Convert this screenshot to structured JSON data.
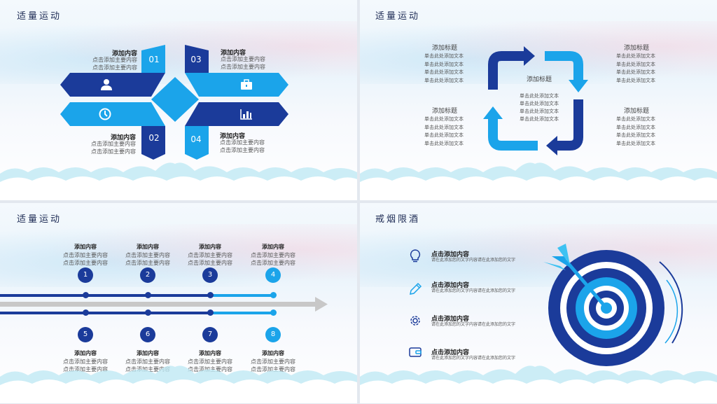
{
  "colors": {
    "dark": "#1b3b9a",
    "light": "#1ba4ea",
    "arrow_gray": "#c8c8c8"
  },
  "panel1": {
    "title": "适量运动",
    "items": [
      {
        "num": "01",
        "heading": "添加内容",
        "line1": "点击添加主要内容",
        "line2": "点击添加主要内容",
        "icon": "user-icon"
      },
      {
        "num": "03",
        "heading": "添加内容",
        "line1": "点击添加主要内容",
        "line2": "点击添加主要内容",
        "icon": "briefcase-icon"
      },
      {
        "num": "02",
        "heading": "添加内容",
        "line1": "点击添加主要内容",
        "line2": "点击添加主要内容",
        "icon": "clock-icon"
      },
      {
        "num": "04",
        "heading": "添加内容",
        "line1": "点击添加主要内容",
        "line2": "点击添加主要内容",
        "icon": "bar-chart-icon"
      }
    ]
  },
  "panel2": {
    "title": "适量运动",
    "center": {
      "heading": "添加标题",
      "lines": [
        "单击此处添加文本",
        "单击此处添加文本",
        "单击此处添加文本",
        "单击此处添加文本"
      ]
    },
    "blocks": [
      {
        "heading": "添加标题",
        "lines": [
          "单击此处添加文本",
          "单击此处添加文本",
          "单击此处添加文本",
          "单击此处添加文本"
        ]
      },
      {
        "heading": "添加标题",
        "lines": [
          "单击此处添加文本",
          "单击此处添加文本",
          "单击此处添加文本",
          "单击此处添加文本"
        ]
      },
      {
        "heading": "添加标题",
        "lines": [
          "单击此处添加文本",
          "单击此处添加文本",
          "单击此处添加文本",
          "单击此处添加文本"
        ]
      },
      {
        "heading": "添加标题",
        "lines": [
          "单击此处添加文本",
          "单击此处添加文本",
          "单击此处添加文本",
          "单击此处添加文本"
        ]
      }
    ]
  },
  "panel3": {
    "title": "适量运动",
    "steps": [
      {
        "num": "1",
        "heading": "添加内容",
        "line1": "点击添加主要内容",
        "line2": "点击添加主要内容"
      },
      {
        "num": "2",
        "heading": "添加内容",
        "line1": "点击添加主要内容",
        "line2": "点击添加主要内容"
      },
      {
        "num": "3",
        "heading": "添加内容",
        "line1": "点击添加主要内容",
        "line2": "点击添加主要内容"
      },
      {
        "num": "4",
        "heading": "添加内容",
        "line1": "点击添加主要内容",
        "line2": "点击添加主要内容"
      },
      {
        "num": "5",
        "heading": "添加内容",
        "line1": "点击添加主要内容",
        "line2": "点击添加主要内容"
      },
      {
        "num": "6",
        "heading": "添加内容",
        "line1": "点击添加主要内容",
        "line2": "点击添加主要内容"
      },
      {
        "num": "7",
        "heading": "添加内容",
        "line1": "点击添加主要内容",
        "line2": "点击添加主要内容"
      },
      {
        "num": "8",
        "heading": "添加内容",
        "line1": "点击添加主要内容",
        "line2": "点击添加主要内容"
      }
    ]
  },
  "panel4": {
    "title": "戒烟限酒",
    "features": [
      {
        "icon": "lightbulb-icon",
        "heading": "点击添加内容",
        "desc": "请在此添加您的文字内容请在此添加您的文字"
      },
      {
        "icon": "pencil-icon",
        "heading": "点击添加内容",
        "desc": "请在此添加您的文字内容请在此添加您的文字"
      },
      {
        "icon": "gear-icon",
        "heading": "点击添加内容",
        "desc": "请在此添加您的文字内容请在此添加您的文字"
      },
      {
        "icon": "wallet-icon",
        "heading": "点击添加内容",
        "desc": "请在此添加您的文字内容请在此添加您的文字"
      }
    ]
  }
}
